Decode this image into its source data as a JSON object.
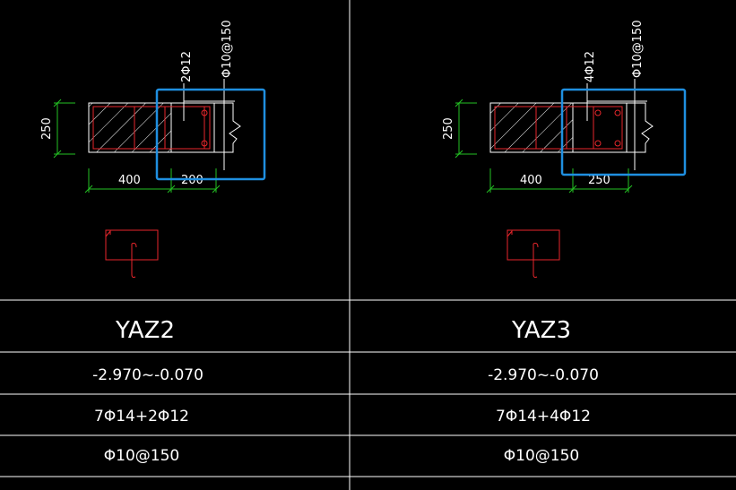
{
  "colors": {
    "background": "#000000",
    "line": "#ffffff",
    "rebar": "#e8262b",
    "dimension": "#23c223",
    "highlight": "#1f8fe0"
  },
  "panels": [
    {
      "name": "YAZ2",
      "top_label": "2Φ12",
      "stirrup_label": "Φ10@150",
      "dim_vertical": "250",
      "dim_h1": "400",
      "dim_h2": "200",
      "elevation": "-2.970~-0.070",
      "main_rebar": "7Φ14+2Φ12",
      "stirrup": "Φ10@150"
    },
    {
      "name": "YAZ3",
      "top_label": "4Φ12",
      "stirrup_label": "Φ10@150",
      "dim_vertical": "250",
      "dim_h1": "400",
      "dim_h2": "250",
      "elevation": "-2.970~-0.070",
      "main_rebar": "7Φ14+4Φ12",
      "stirrup": "Φ10@150"
    }
  ]
}
